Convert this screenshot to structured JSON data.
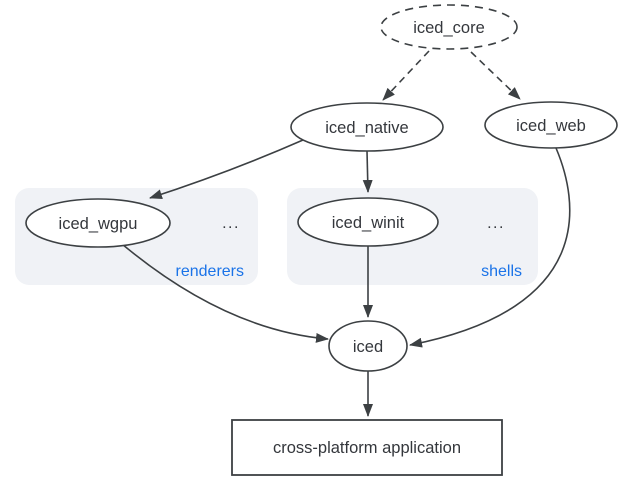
{
  "diagram": {
    "description": "iced crate dependency diagram",
    "colors": {
      "stroke": "#3c4043",
      "text": "#34373c",
      "group_label": "#1a73e8",
      "group_fill": "#f0f2f6",
      "node_fill": "#ffffff",
      "background": "#ffffff"
    },
    "nodes": {
      "iced_core": {
        "label": "iced_core",
        "shape": "dashed-ellipse"
      },
      "iced_native": {
        "label": "iced_native",
        "shape": "ellipse"
      },
      "iced_web": {
        "label": "iced_web",
        "shape": "ellipse"
      },
      "iced_wgpu": {
        "label": "iced_wgpu",
        "shape": "ellipse"
      },
      "iced_winit": {
        "label": "iced_winit",
        "shape": "ellipse"
      },
      "iced": {
        "label": "iced",
        "shape": "ellipse"
      },
      "application": {
        "label": "cross-platform application",
        "shape": "rectangle"
      }
    },
    "groups": {
      "renderers": {
        "label": "renderers",
        "ellipsis": "...",
        "members": [
          "iced_wgpu"
        ]
      },
      "shells": {
        "label": "shells",
        "ellipsis": "...",
        "members": [
          "iced_winit"
        ]
      }
    },
    "edges": [
      {
        "from": "iced_core",
        "to": "iced_native",
        "style": "dashed"
      },
      {
        "from": "iced_core",
        "to": "iced_web",
        "style": "dashed"
      },
      {
        "from": "iced_native",
        "to": "iced_wgpu",
        "style": "solid"
      },
      {
        "from": "iced_native",
        "to": "iced_winit",
        "style": "solid"
      },
      {
        "from": "iced_wgpu",
        "to": "iced",
        "style": "solid"
      },
      {
        "from": "iced_winit",
        "to": "iced",
        "style": "solid"
      },
      {
        "from": "iced_web",
        "to": "iced",
        "style": "solid"
      },
      {
        "from": "iced",
        "to": "application",
        "style": "solid"
      }
    ]
  }
}
